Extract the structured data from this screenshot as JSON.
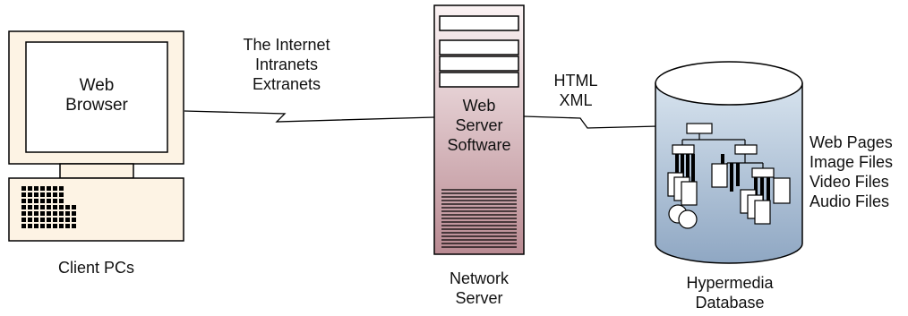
{
  "client": {
    "screen_text": [
      "Web",
      "Browser"
    ],
    "caption": "Client PCs"
  },
  "links": {
    "internet_lines": [
      "The Internet",
      "Intranets",
      "Extranets"
    ],
    "protocol_lines": [
      "HTML",
      "XML"
    ]
  },
  "server": {
    "software_lines": [
      "Web",
      "Server",
      "Software"
    ],
    "caption_lines": [
      "Network",
      "Server"
    ],
    "colors": {
      "top": "#fbf3f4",
      "bottom": "#b98a92"
    }
  },
  "database": {
    "contents": [
      "Web Pages",
      "Image Files",
      "Video Files",
      "Audio Files"
    ],
    "caption_lines": [
      "Hypermedia",
      "Database"
    ],
    "colors": {
      "top": "#d7e3ee",
      "bottom": "#8fa7c3",
      "lid": "#ffffff"
    }
  },
  "colors": {
    "client_body": "#fdf3e4",
    "line": "#000000"
  }
}
